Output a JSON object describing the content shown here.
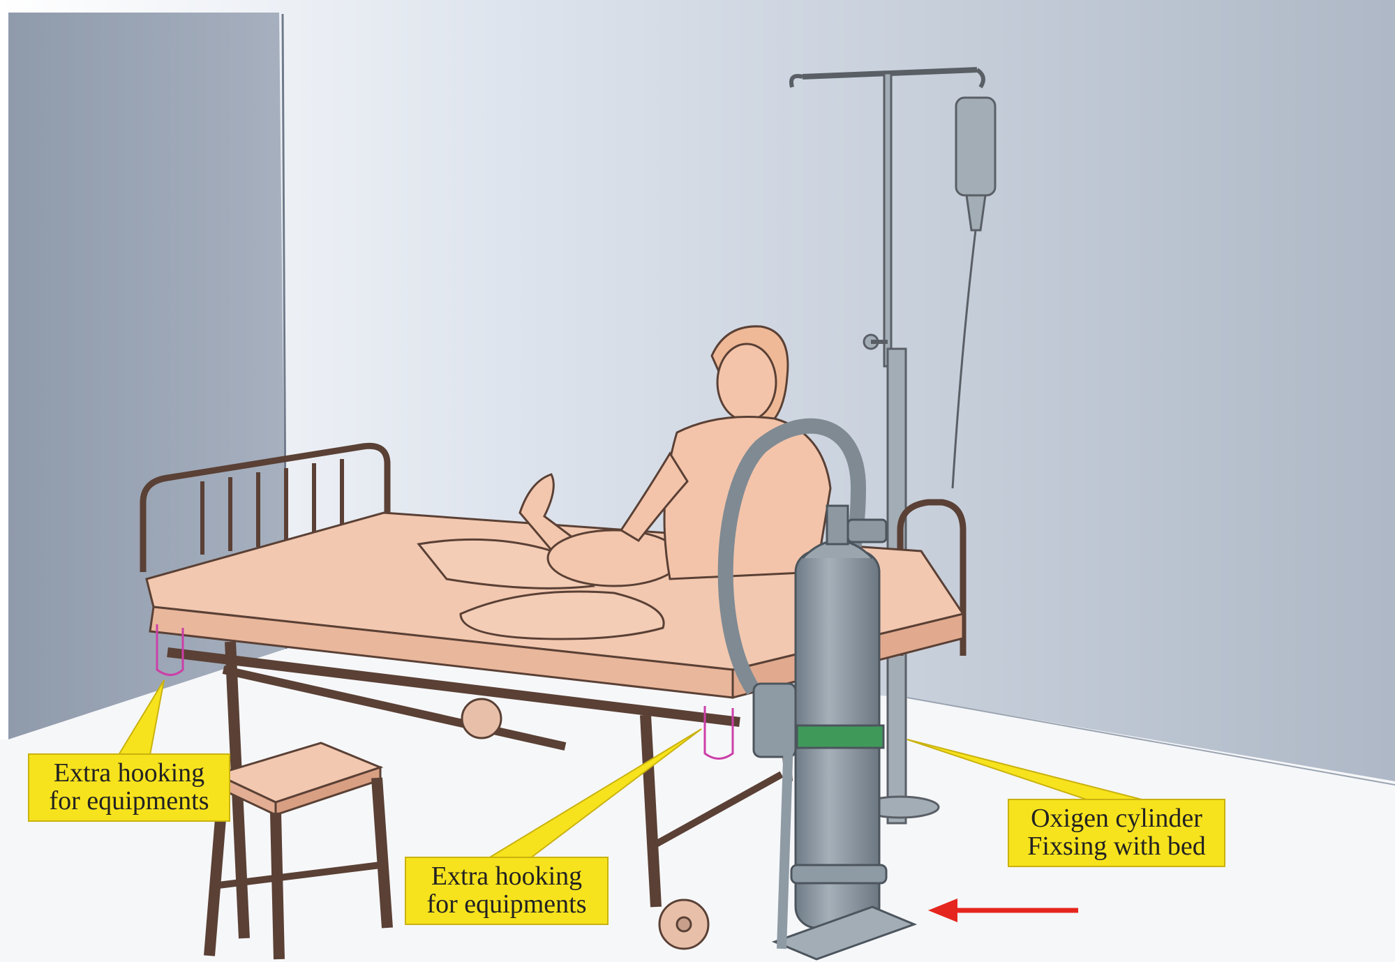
{
  "callouts": {
    "left": {
      "line1": "Extra hooking",
      "line2": "for equipments"
    },
    "center": {
      "line1": "Extra hooking",
      "line2": "for equipments"
    },
    "right": {
      "line1": "Oxigen cylinder",
      "line2": "Fixsing with bed"
    }
  },
  "colors": {
    "wall_left": "#9ba6b6",
    "wall_back": "#c4ccd8",
    "floor": "#f6f7f9",
    "bed": "#f2c8b0",
    "bed_outline": "#5a4035",
    "cylinder": "#8e9aa4",
    "band": "#3f9a5a",
    "callout": "#f7e31d",
    "arrow": "#e5261e",
    "hook": "#cc3fa8"
  }
}
